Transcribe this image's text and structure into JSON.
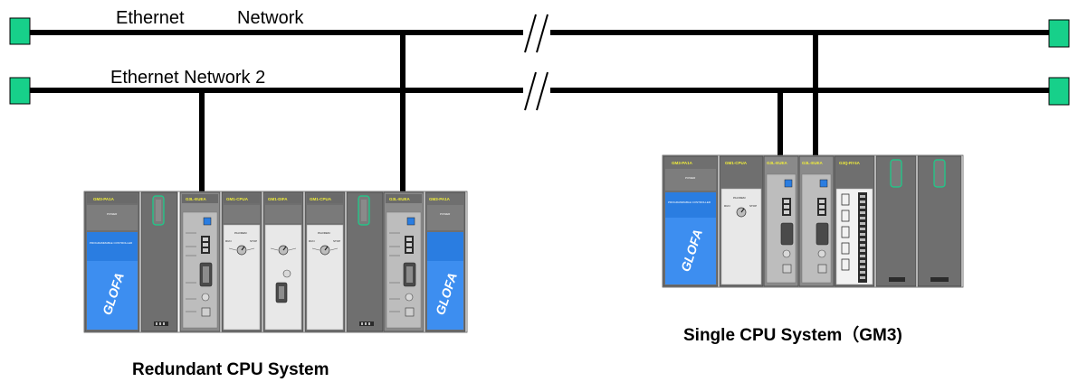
{
  "networks": {
    "net1_label_part1": "Ethernet",
    "net1_label_part2": "Network",
    "net2_label": "Ethernet Network 2"
  },
  "systems": {
    "redundant_label": "Redundant CPU System",
    "single_label": "Single CPU System（GM3)"
  },
  "modules": {
    "power": "GM3-PA1A",
    "power_sub": "POWER",
    "plc_text": "PROGRAMMABLE CONTROLLER",
    "brand": "GLOFA",
    "ethernet": "G3L-EUEA",
    "cpu": "GM1-CPUA",
    "dual": "GM1-DIFA",
    "io": "G3Q-RY4A",
    "cpu_switch": "PAU/REM",
    "cpu_run": "RUN",
    "cpu_stop": "STOP"
  },
  "colors": {
    "terminal": "#17d08a",
    "power_blue": "#3d8ef0",
    "module_gray": "#6f6f6f",
    "module_dark": "#555555",
    "title_yellow": "#f2ef3a",
    "panel_light": "#e8e8e8"
  }
}
